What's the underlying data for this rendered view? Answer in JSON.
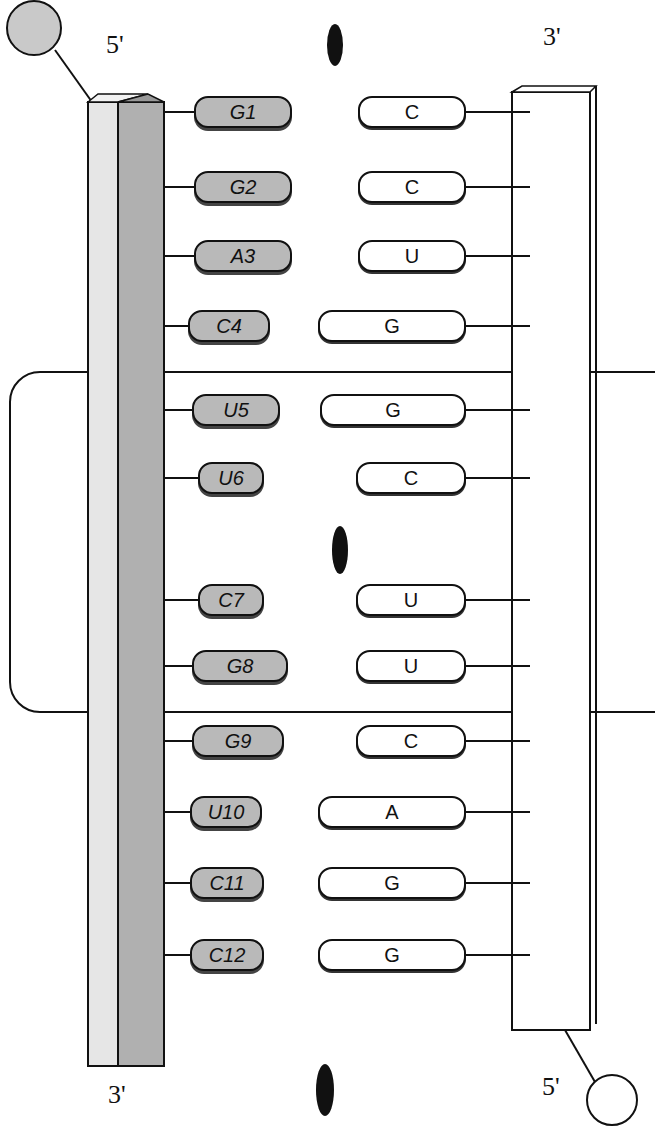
{
  "diagram": {
    "nodes": [
      {
        "text": [
          "G1"
        ]
      },
      {
        "text": [
          "C"
        ]
      },
      {
        "text": [
          "G2"
        ]
      },
      {
        "text": [
          "C"
        ]
      },
      {
        "text": [
          "A3"
        ]
      },
      {
        "text": [
          "U"
        ]
      },
      {
        "text": [
          "C4"
        ]
      },
      {
        "text": [
          "G"
        ]
      },
      {
        "text": [
          "U5"
        ]
      },
      {
        "text": [
          "G"
        ]
      },
      {
        "text": [
          "U6"
        ]
      },
      {
        "text": [
          "C"
        ]
      },
      {
        "text": [
          "C7"
        ]
      },
      {
        "text": [
          "U"
        ]
      },
      {
        "text": [
          "G8"
        ]
      },
      {
        "text": [
          "U"
        ]
      },
      {
        "text": [
          "G9"
        ]
      },
      {
        "text": [
          "C"
        ]
      },
      {
        "text": [
          "U10"
        ]
      },
      {
        "text": [
          "A"
        ]
      },
      {
        "text": [
          "C11"
        ]
      },
      {
        "text": [
          "G"
        ]
      },
      {
        "text": [
          "C12"
        ]
      },
      {
        "text": [
          "G"
        ]
      }
    ],
    "labels": [
      "5'",
      "3'",
      "3'",
      "5'"
    ]
  }
}
